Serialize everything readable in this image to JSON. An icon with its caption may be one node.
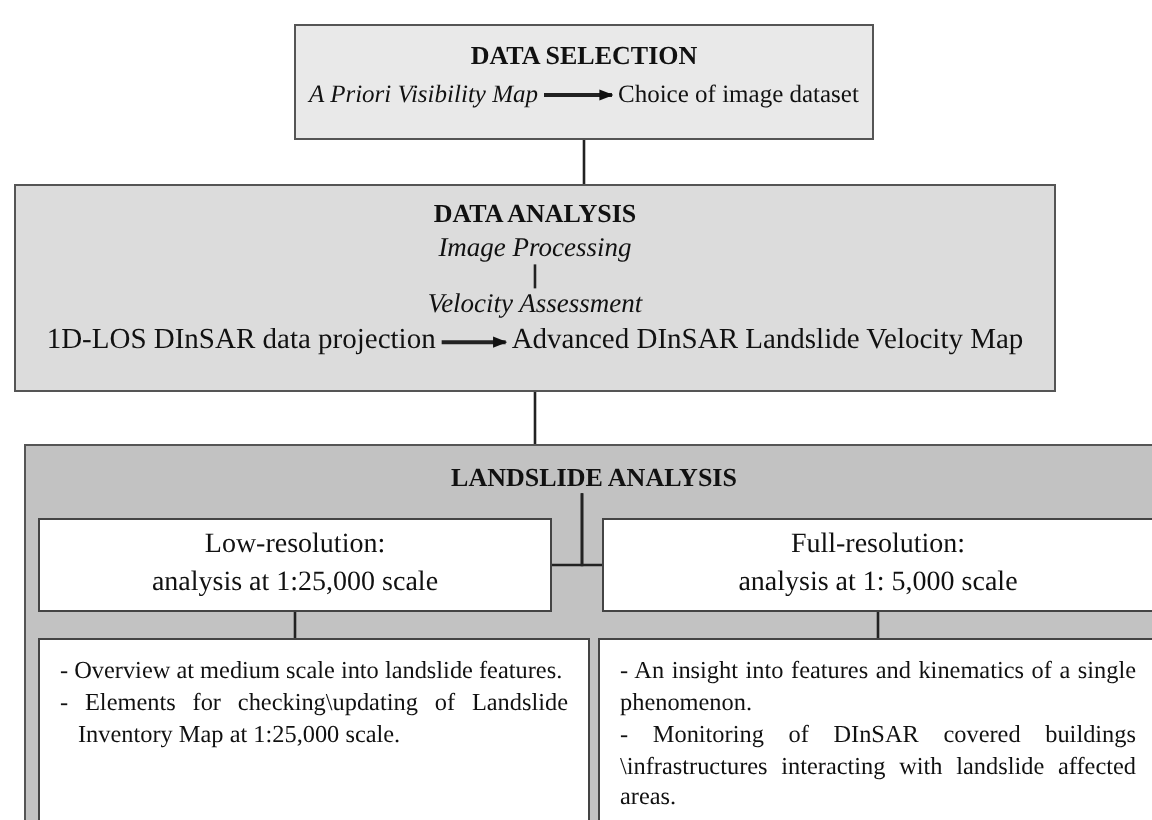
{
  "diagram": {
    "nodes": [
      {
        "text": [
          "DATA SELECTION"
        ]
      },
      {
        "text": [
          "A Priori Visibility Map"
        ],
        "in": 0
      },
      {
        "text": [
          "Choice of image dataset"
        ],
        "in": 0
      },
      {
        "text": [
          "DATA ANALYSIS"
        ]
      },
      {
        "text": [
          "Image Processing"
        ],
        "in": 3
      },
      {
        "text": [
          "Velocity Assessment"
        ],
        "in": 3
      },
      {
        "text": [
          "1D-LOS DInSAR data projection"
        ],
        "in": 3
      },
      {
        "text": [
          "Advanced DInSAR Landslide Velocity Map"
        ],
        "in": 3
      },
      {
        "text": [],
        "shape": "box"
      },
      {
        "text": [
          "LANDSLIDE ANALYSIS"
        ],
        "in": 8
      },
      {
        "text": [
          "Low-resolution: analysis at 1:25,000 scale"
        ],
        "in": 8
      },
      {
        "text": [
          "Full-resolution: analysis at 1: 5,000 scale"
        ],
        "in": 8
      },
      {
        "text": [
          "- Overview at medium scale into landslide features.",
          "- Elements for checking\\updating of Landslide Inventory Map at 1:25,000 scale."
        ],
        "in": 8
      },
      {
        "text": [
          "- An insight into features and kinematics of a single phenomenon.",
          "- Monitoring of DInSAR covered buildings \\infrastructures interacting with landslide affected areas."
        ],
        "in": 8
      }
    ],
    "edges": [
      {
        "from": 1,
        "to": 2,
        "arrow": "to"
      },
      {
        "from": 0,
        "to": 3,
        "arrow": "none"
      },
      {
        "from": 4,
        "to": 5,
        "arrow": "none"
      },
      {
        "from": 6,
        "to": 7,
        "arrow": "to"
      },
      {
        "from": 3,
        "to": 8,
        "arrow": "none"
      },
      {
        "from": 9,
        "to": 10,
        "arrow": "none"
      },
      {
        "from": 9,
        "to": 11,
        "arrow": "none"
      },
      {
        "from": 10,
        "to": 12,
        "arrow": "none"
      },
      {
        "from": 11,
        "to": 13,
        "arrow": "none"
      }
    ]
  }
}
